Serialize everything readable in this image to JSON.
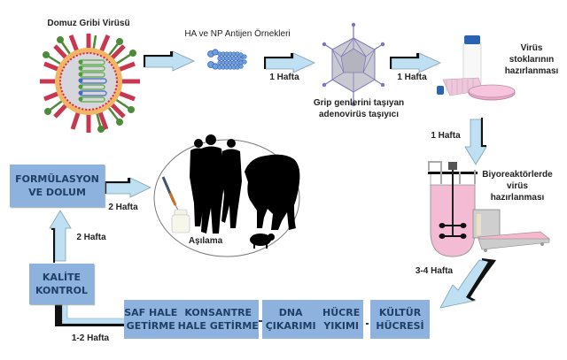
{
  "title": "Domuz Gribi Aşısı Üretim Süreci",
  "labels": {
    "swine_flu_virus": "Domuz Gribi  Virüsü",
    "antigen_samples": "HA ve NP Antijen Örnekleri",
    "adenovirus_carrier_line1": "Grip genlerini taşıyan",
    "adenovirus_carrier_line2": "adenovirüs taşıyıcı",
    "virus_stock_line1": "Virüs",
    "virus_stock_line2": "stoklarının",
    "virus_stock_line3": "hazırlanması",
    "bioreactor_line1": "Biyoreaktörlerde",
    "bioreactor_line2": "virüs",
    "bioreactor_line3": "hazırlanması",
    "vaccination": "Aşılama"
  },
  "durations": {
    "antigen_to_adenovirus": "1 Hafta",
    "adenovirus_to_stock": "1 Hafta",
    "stock_to_bioreactor": "1 Hafta",
    "bioreactor_to_culture": "3-4 Hafta",
    "purification_to_qc": "1-2 Hafta",
    "qc_to_formulation": "2 Hafta",
    "formulation_to_vaccination": "2 Hafta"
  },
  "process_boxes": {
    "formulation": {
      "line1": "FORMÜLASYON",
      "line2": "VE  DOLUM"
    },
    "quality_control": {
      "line1": "KALİTE",
      "line2": "KONTROL"
    },
    "purification": {
      "line1": "SAF HALE",
      "line2": "GETİRME"
    },
    "concentration": {
      "line1": "KONSANTRE",
      "line2": "HALE GETİRME"
    },
    "dna_extraction": {
      "line1": "DNA",
      "line2": "ÇIKARIMI"
    },
    "cell_lysis": {
      "line1": "HÜCRE",
      "line2": "YIKIMI"
    },
    "cell_culture": {
      "line1": "KÜLTÜR",
      "line2": "HÜCRESİ"
    }
  },
  "colors": {
    "box_fill": "#8cb2dd",
    "box_text": "#1f3f66",
    "arrow_fill": "#bfe0f2",
    "arrow_shadow": "#111111",
    "pink_medium": "#f4bcd4"
  }
}
